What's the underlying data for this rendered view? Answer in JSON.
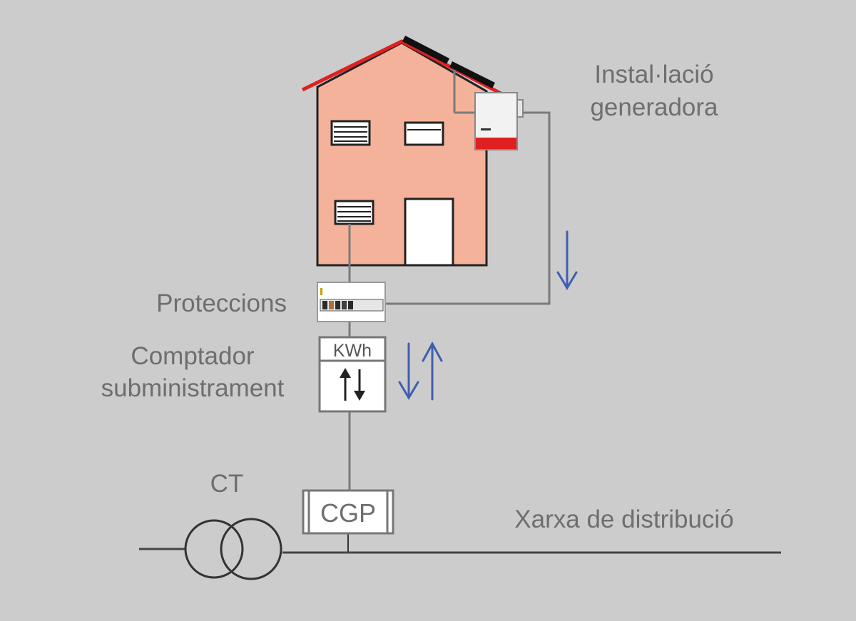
{
  "labels": {
    "generator_line1": "Instal·lació",
    "generator_line2": "generadora",
    "protections": "Proteccions",
    "meter_line1": "Comptador",
    "meter_line2": "subministrament",
    "meter_unit": "KWh",
    "ct": "CT",
    "cgp": "CGP",
    "grid": "Xarxa de distribució"
  },
  "colors": {
    "background": "#cccccc",
    "wall": "#f5b29a",
    "roof": "#e02020",
    "arrow": "#3f5fae",
    "wire": "#7a7a7a",
    "text": "#6e6e6e",
    "inverter_band": "#e02020"
  },
  "icons": {
    "solar_panel": "solar-panel-icon",
    "inverter": "inverter-icon",
    "breaker_panel": "breaker-panel-icon",
    "meter": "meter-icon",
    "transformer": "transformer-icon"
  }
}
